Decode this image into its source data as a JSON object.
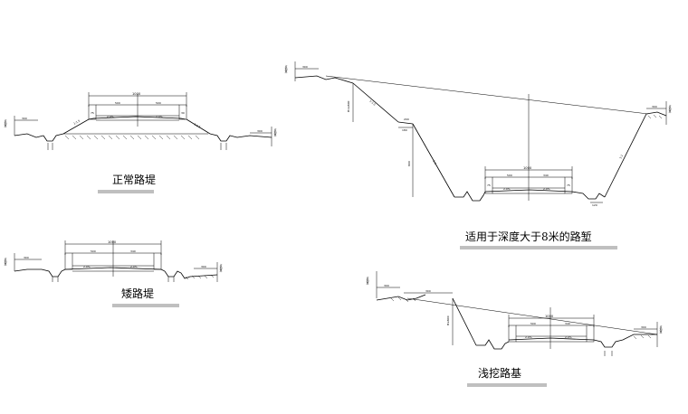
{
  "sections": {
    "normal_embankment": {
      "title": "正常路堤",
      "total_width": "1000",
      "half_left": "500",
      "half_right": "500",
      "crossfall_left": "2.0%",
      "crossfall_right": "2.0%",
      "boundary_left": "占地界",
      "boundary_right": "占地界",
      "offset_left": "300",
      "offset_right": "300",
      "slope_left": "1:1.5",
      "slope_right": "1:1.5"
    },
    "low_embankment": {
      "title": "矮路堤",
      "total_width": "1000",
      "half_left": "500",
      "half_right": "340",
      "crossfall_left": "2.0%",
      "crossfall_right": "2.0%",
      "boundary_left": "占地界",
      "boundary_right": "占地界",
      "offset_left": "300",
      "offset_right": "300"
    },
    "deep_cut": {
      "title": "适用于深度大于8米的路堑",
      "total_width": "1000",
      "half_left": "500",
      "half_right": "340",
      "crossfall_left": "2.0%",
      "crossfall_right": "2.0%",
      "boundary_left": "占地界",
      "boundary_right": "占地界",
      "offset_left": "300",
      "offset_right": "300",
      "slope_upper": "1:1.5",
      "slope_lower": "1:1",
      "slope_right": "1:1",
      "height_upper": "H1≤800",
      "height_lower": "800",
      "platform": "200",
      "platform_width": "180",
      "ditch_width": "120"
    },
    "shallow_cut": {
      "title": "浅挖路基",
      "total_width": "1000",
      "half_left": "500",
      "half_right": "340",
      "crossfall_left": "2.0%",
      "crossfall_right": "2.0%",
      "boundary_left": "占地界",
      "boundary_right": "占地界",
      "offset_left": "300",
      "offset_right": "300",
      "offset_left2": "300",
      "height": "H≤800"
    }
  },
  "shoulder_labels": [
    "75",
    "30",
    "75",
    "75"
  ]
}
